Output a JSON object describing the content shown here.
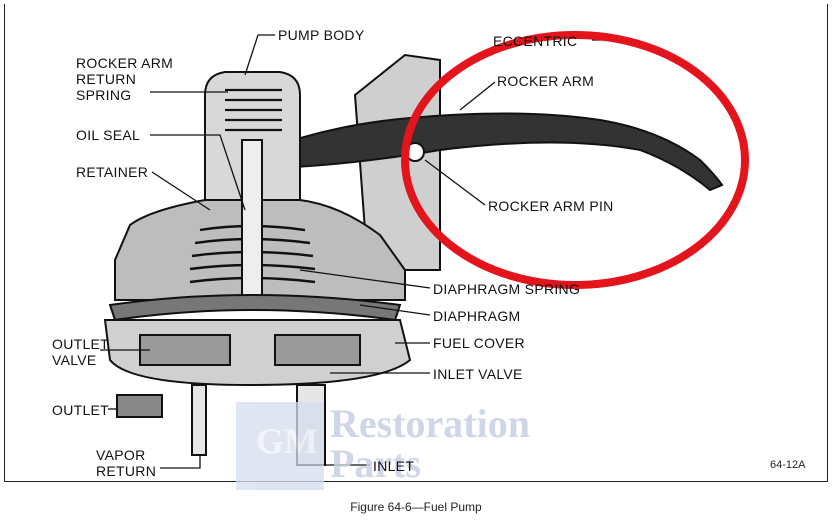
{
  "labels": {
    "pump_body": "PUMP BODY",
    "eccentric": "ECCENTRIC",
    "rocker_arm_return_spring": "ROCKER ARM\nRETURN\nSPRING",
    "rocker_arm": "ROCKER ARM",
    "oil_seal": "OIL SEAL",
    "retainer": "RETAINER",
    "rocker_arm_pin": "ROCKER ARM PIN",
    "diaphragm_spring": "DIAPHRAGM SPRING",
    "diaphragm": "DIAPHRAGM",
    "outlet_valve": "OUTLET\nVALVE",
    "fuel_cover": "FUEL COVER",
    "inlet_valve": "INLET VALVE",
    "outlet": "OUTLET",
    "vapor_return": "VAPOR\nRETURN",
    "inlet": "INLET"
  },
  "figure_number": "64-12A",
  "caption": "Figure 64-6—Fuel Pump",
  "watermark": {
    "line1": "Restoration",
    "line2": "Parts",
    "logo": "GM"
  },
  "colors": {
    "highlight_circle": "#e3141c",
    "ink": "#1a1a1a"
  }
}
